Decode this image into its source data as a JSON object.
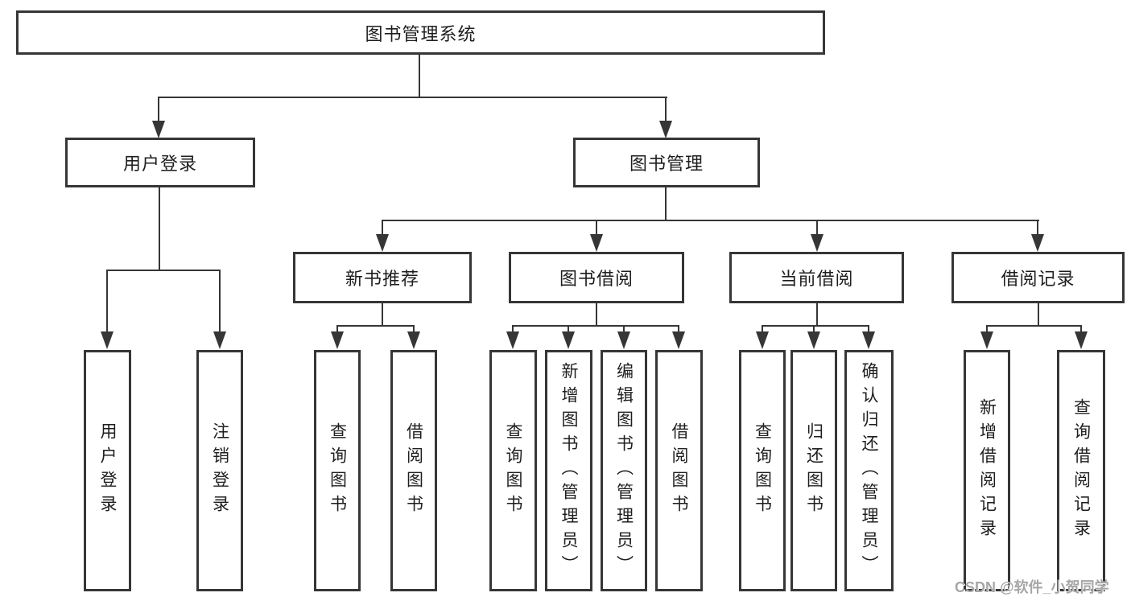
{
  "nodes": {
    "root": "图书管理系统",
    "level2": [
      "用户登录",
      "图书管理"
    ],
    "level3": [
      "新书推荐",
      "图书借阅",
      "当前借阅",
      "借阅记录"
    ],
    "login_children": [
      "用户登录",
      "注销登录"
    ],
    "recommend_children": [
      "查询图书",
      "借阅图书"
    ],
    "borrow_children": [
      "查询图书",
      "新增图书（管理员）",
      "编辑图书（管理员）",
      "借阅图书"
    ],
    "current_children": [
      "查询图书",
      "归还图书",
      "确认归还（管理员）"
    ],
    "record_children": [
      "新增借阅记录",
      "查询借阅记录"
    ]
  },
  "watermark": "CSDN @软件_小贺同学",
  "colors": {
    "line": "#363636",
    "text": "#1e1e1e",
    "watermark": "#a6a6a6",
    "background": "#ffffff"
  }
}
